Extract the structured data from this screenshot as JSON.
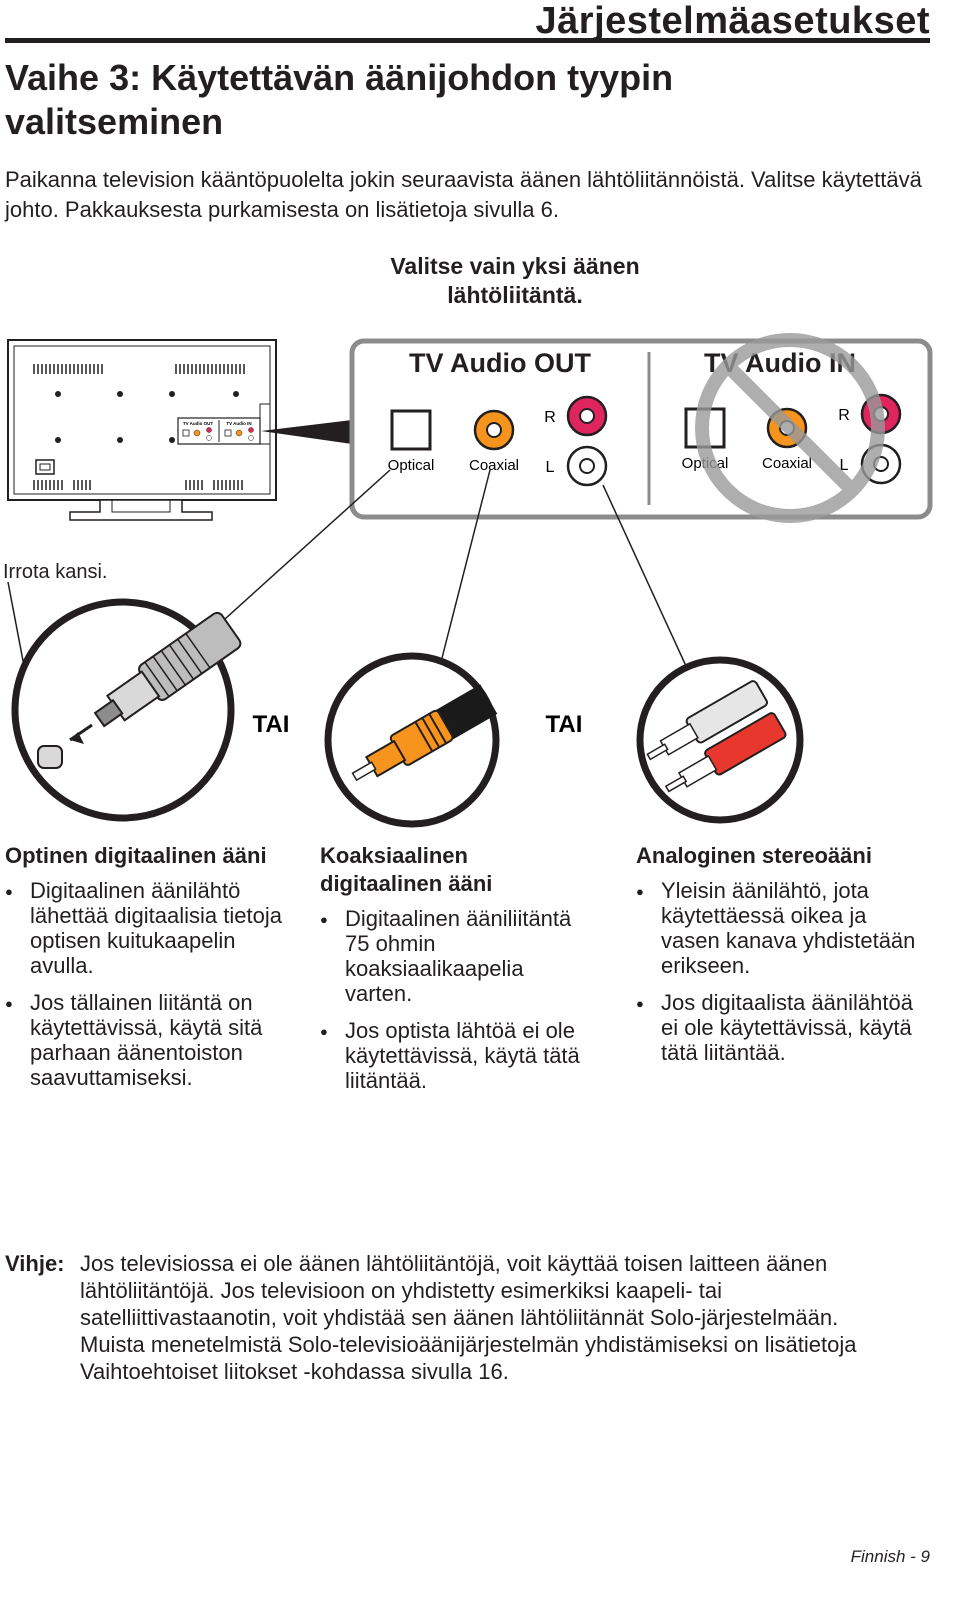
{
  "header": {
    "section_title": "Järjestelmäasetukset",
    "step_title": "Vaihe 3: Käytettävän äänijohdon tyypin valitseminen"
  },
  "intro": "Paikanna television kääntöpuolelta jokin seuraavista äänen lähtöliitännöistä. Valitse käytettävä johto. Pakkauksesta purkamisesta on lisätietoja sivulla 6.",
  "notice": "Valitse vain yksi äänen lähtöliitäntä.",
  "panel": {
    "out_title": "TV Audio OUT",
    "in_title": "TV Audio IN",
    "optical": "Optical",
    "coaxial": "Coaxial",
    "r": "R",
    "l": "L"
  },
  "tv_panel_small": {
    "out_title": "TV Audio OUT",
    "in_title": "TV Audio IN"
  },
  "remove_cap": "Irrota kansi.",
  "or_label": "TAI",
  "columns": [
    {
      "title": "Optinen digitaalinen ääni",
      "bullets": [
        "Digitaalinen äänilähtö lähettää digitaalisia tietoja optisen kuitukaapelin avulla.",
        "Jos tällainen liitäntä on käytettävissä, käytä sitä parhaan äänentoiston saavuttamiseksi."
      ]
    },
    {
      "title": "Koaksiaalinen digitaalinen ääni",
      "bullets": [
        "Digitaalinen ääniliitäntä 75 ohmin koaksiaalikaapelia varten.",
        "Jos optista lähtöä ei ole käytettävissä, käytä tätä liitäntää."
      ]
    },
    {
      "title": "Analoginen stereoääni",
      "bullets": [
        "Yleisin äänilähtö, jota käytettäessä oikea ja vasen kanava yhdistetään erikseen.",
        "Jos digitaalista äänilähtöä ei ole käytettävissä, käytä tätä liitäntää."
      ]
    }
  ],
  "tip": {
    "label": "Vihje:",
    "text": "Jos televisiossa ei ole äänen lähtöliitäntöjä, voit käyttää toisen laitteen äänen lähtöliitäntöjä. Jos televisioon on yhdistetty esimerkiksi kaapeli- tai satelliittivastaanotin, voit yhdistää sen äänen lähtöliitännät Solo-järjestelmään. Muista menetelmistä Solo-televisioäänijärjestelmän yhdistämiseksi on lisätietoja Vaihtoehtoiset liitokset -kohdassa sivulla 16."
  },
  "footer": "Finnish - 9",
  "colors": {
    "text": "#231f20",
    "coaxial_orange": "#f7941d",
    "rca_red": "#e0245e",
    "panel_gray": "#8c8c8c",
    "prohibit_gray": "#9a9a9a"
  }
}
